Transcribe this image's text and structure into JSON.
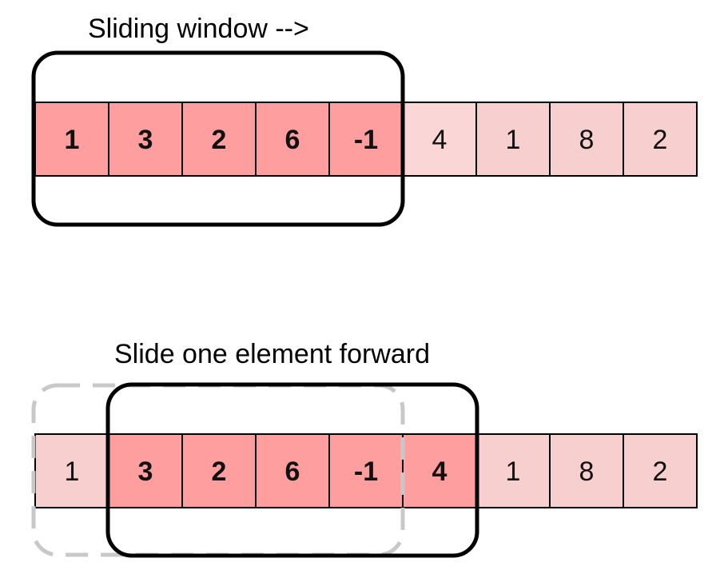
{
  "top": {
    "label": "Sliding window -->",
    "cells": [
      {
        "value": "1",
        "in_window": true
      },
      {
        "value": "3",
        "in_window": true
      },
      {
        "value": "2",
        "in_window": true
      },
      {
        "value": "6",
        "in_window": true
      },
      {
        "value": "-1",
        "in_window": true
      },
      {
        "value": "4",
        "in_window": false
      },
      {
        "value": "1",
        "in_window": false
      },
      {
        "value": "8",
        "in_window": false
      },
      {
        "value": "2",
        "in_window": false
      }
    ]
  },
  "bottom": {
    "label": "Slide one element forward",
    "cells": [
      {
        "value": "1",
        "in_window": false
      },
      {
        "value": "3",
        "in_window": true
      },
      {
        "value": "2",
        "in_window": true
      },
      {
        "value": "6",
        "in_window": true
      },
      {
        "value": "-1",
        "in_window": true
      },
      {
        "value": "4",
        "in_window": true
      },
      {
        "value": "1",
        "in_window": false
      },
      {
        "value": "8",
        "in_window": false
      },
      {
        "value": "2",
        "in_window": false
      }
    ]
  },
  "colors": {
    "in_window_fill": "#ff9e9e",
    "out_window_fill": "#f7cfcf",
    "out_window_fill_alt": "#fbd6d6",
    "cell_border": "#000000",
    "window_border": "#000000",
    "previous_window_border": "#c8c8c8"
  }
}
